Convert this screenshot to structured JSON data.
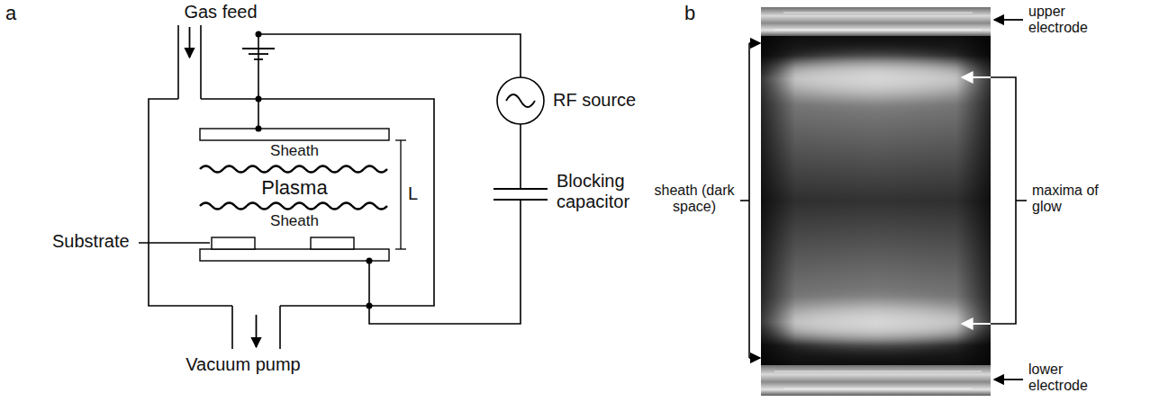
{
  "diagram": {
    "labels": [
      "a",
      "Gas feed",
      "RF source",
      "Sheath",
      "Plasma",
      "Sheath",
      "L",
      "Substrate",
      "Blocking capacitor",
      "Vacuum pump",
      "b",
      "upper electrode",
      "maxima of glow",
      "sheath (dark space)",
      "lower electrode"
    ]
  }
}
